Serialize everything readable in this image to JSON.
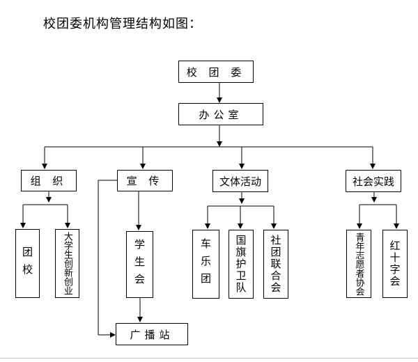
{
  "intro": "校团委机构管理结构如图：",
  "nodes": {
    "root": "校 团 委",
    "office": "办公室",
    "org": "组 织",
    "publicity": "宣 传",
    "culture": "文体活动",
    "practice": "社会实践",
    "league_school": "团校",
    "entrepreneurship": "大学生创新创业",
    "student_union": "学生会",
    "band": "车乐团",
    "flag_guard": "国旗护卫队",
    "club_union": "社团联合会",
    "volunteers": "青年志愿者协会",
    "red_cross": "红十字会",
    "broadcast": "广播站"
  }
}
